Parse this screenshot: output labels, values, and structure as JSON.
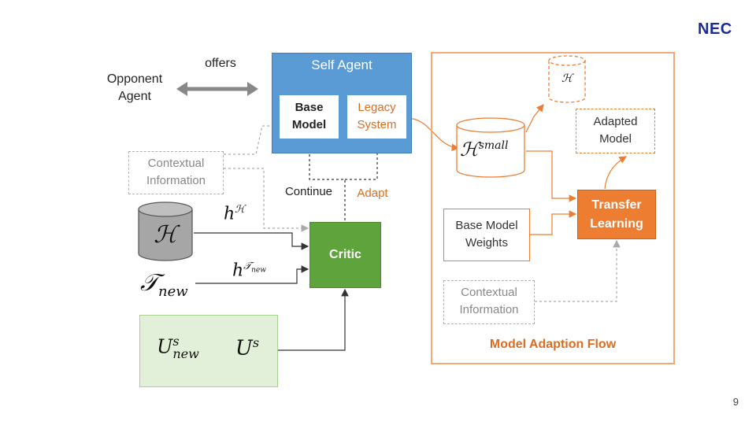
{
  "logo": "NEC",
  "page_number": "9",
  "opponent": {
    "line1": "Opponent",
    "line2": "Agent"
  },
  "offers_label": "offers",
  "self_agent": {
    "title": "Self Agent",
    "base_model": {
      "line1": "Base",
      "line2": "Model"
    },
    "legacy_system": {
      "line1": "Legacy",
      "line2": "System"
    }
  },
  "contextual_info_left": {
    "line1": "Contextual",
    "line2": "Information"
  },
  "continue_label": "Continue",
  "adapt_label": "Adapt",
  "history_db": "ℋ",
  "h_history_label": {
    "base": "h",
    "sup": "ℋ"
  },
  "t_new": {
    "base": "𝒯",
    "sub": "new"
  },
  "h_tnew_label": {
    "base": "h",
    "sup": "𝒯",
    "supsub": "new"
  },
  "critic_label": "Critic",
  "utility_scrolls": [
    {
      "base": "U",
      "sup": "s",
      "sub": "new"
    },
    {
      "base": "U",
      "sup": "s"
    }
  ],
  "flow": {
    "h_small": {
      "base": "ℋ",
      "sup": "small"
    },
    "h_out": "ℋ",
    "adapted_model": {
      "line1": "Adapted",
      "line2": "Model"
    },
    "base_model_weights": {
      "line1": "Base Model",
      "line2": "Weights"
    },
    "transfer_learning": {
      "line1": "Transfer",
      "line2": "Learning"
    },
    "contextual_info": {
      "line1": "Contextual",
      "line2": "Information"
    },
    "title": "Model Adaption Flow"
  },
  "colors": {
    "self_agent_fill": "#5b9bd5",
    "critic_fill": "#5fa33c",
    "transfer_fill": "#ed7d31",
    "accent_orange": "#d86e24",
    "frame_orange": "#f2a877",
    "scroll_green": "#a9d18e",
    "db_gray": "#a6a6a6",
    "logo_blue": "#1c2b8f"
  }
}
